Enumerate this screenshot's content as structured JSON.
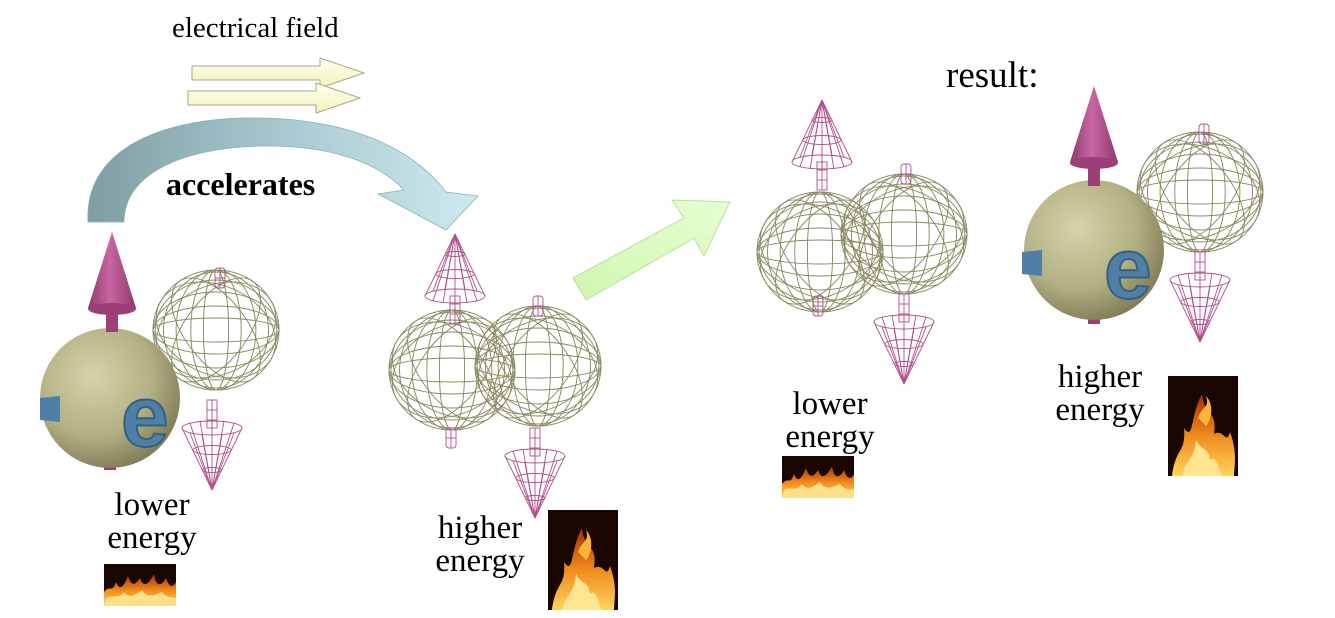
{
  "labels": {
    "electrical_field": "electrical field",
    "accelerates": "accelerates",
    "result": "result:"
  },
  "states": [
    {
      "line1": "lower",
      "line2": "energy",
      "flame": "small-flame-image"
    },
    {
      "line1": "higher",
      "line2": "energy",
      "flame": "large-flame-image"
    },
    {
      "line1": "lower",
      "line2": "energy",
      "flame": "small-flame-image"
    },
    {
      "line1": "higher",
      "line2": "energy",
      "flame": "large-flame-image"
    }
  ],
  "colors": {
    "field_arrow_fill": "#fbfbd2",
    "field_arrow_stroke": "#a8a890",
    "curved_arrow_dark": "#7f9ea4",
    "curved_arrow_light": "#cde9ee",
    "green_arrow": "#d8fbbf",
    "sphere_olive": "#b3b085",
    "wire_sphere": "#8a8a62",
    "spin_magenta": "#b0508c",
    "electron_blue": "#4f7fa6",
    "flame_orange": "#f08a1c"
  }
}
